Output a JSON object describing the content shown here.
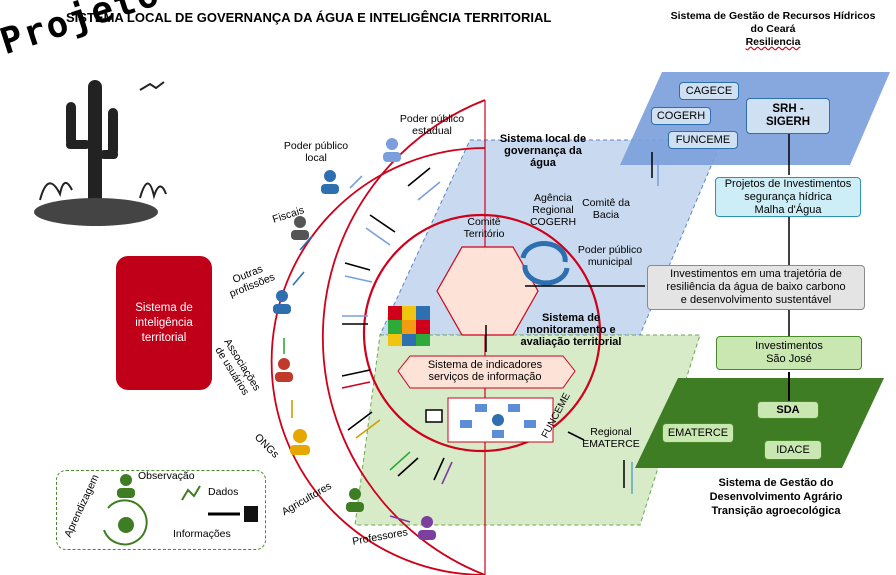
{
  "title": "SISTEMA LOCAL DE GOVERNANÇA DA ÁGUA E INTELIGÊNCIA TERRITORIAL",
  "logo": "Projeto Sertões",
  "srh_system": {
    "title_line1": "Sistema de Gestão de Recursos Hídricos",
    "title_line2": "do Ceará",
    "title_line3": "Resiliencia",
    "boxes": {
      "cagece": "CAGECE",
      "cogerh": "COGERH",
      "funceme": "FUNCEME",
      "srh_line1": "SRH -",
      "srh_line2": "SIGERH"
    }
  },
  "sda_system": {
    "title_line1": "Sistema de Gestão do",
    "title_line2": "Desenvolvimento Agrário",
    "title_line3": "Transição agroecológica",
    "boxes": {
      "sda": "SDA",
      "ematerce": "EMATERCE",
      "idace": "IDACE"
    }
  },
  "projetos": {
    "line1": "Projetos de Investimentos",
    "line2": "segurança hídrica",
    "line3": "Malha d'Água"
  },
  "investimentos_trajetoria": {
    "line1": "Investimentos em uma trajetória de",
    "line2": "resiliência da água de baixo carbono",
    "line3": "e desenvolvimento sustentável"
  },
  "investimentos_sao_jose": {
    "line1": "Investimentos",
    "line2": "São José"
  },
  "governanca": {
    "line1": "Sistema local de",
    "line2": "governança da",
    "line3": "água"
  },
  "monitoramento": {
    "line1": "Sistema de",
    "line2": "monitoramento e",
    "line3": "avaliação territorial"
  },
  "agencia": {
    "line1": "Agência",
    "line2": "Regional",
    "line3": "COGERH"
  },
  "comite_bacia": {
    "line1": "Comitê da",
    "line2": "Bacia"
  },
  "comite_territorio": {
    "line1": "Comitê",
    "line2": "Território"
  },
  "poder_municipal": {
    "line1": "Poder público",
    "line2": "municipal"
  },
  "indicadores": {
    "line1": "Sistema de indicadores",
    "line2": "serviços de informação"
  },
  "funceme_diag": "FUNCEME",
  "regional_ematerce": {
    "line1": "Regional",
    "line2": "EMATERCE"
  },
  "inteligencia": {
    "line1": "Sistema de",
    "line2": "inteligência",
    "line3": "territorial"
  },
  "actors": {
    "poder_estadual": {
      "line1": "Poder público",
      "line2": "estadual"
    },
    "poder_local": {
      "line1": "Poder público",
      "line2": "local"
    },
    "fiscais": "Fiscais",
    "outras": {
      "line1": "Outras",
      "line2": "profissões"
    },
    "associacoes": {
      "line1": "Associações",
      "line2": "de usuários"
    },
    "ongs": "ONGs",
    "agricultores": "Agricultores",
    "professores": "Professores"
  },
  "legend": {
    "aprendizagem": "Aprendizagem",
    "observacao": "Observação",
    "dados": "Dados",
    "informacoes": "Informações"
  },
  "colors": {
    "blue_area": "#c9d9ef",
    "blue_plane": "#7a9fdc",
    "green_area": "#d7ebc8",
    "green_plane": "#3f7d24",
    "red": "#d0001b",
    "inteligencia_bg": "#c00018"
  }
}
